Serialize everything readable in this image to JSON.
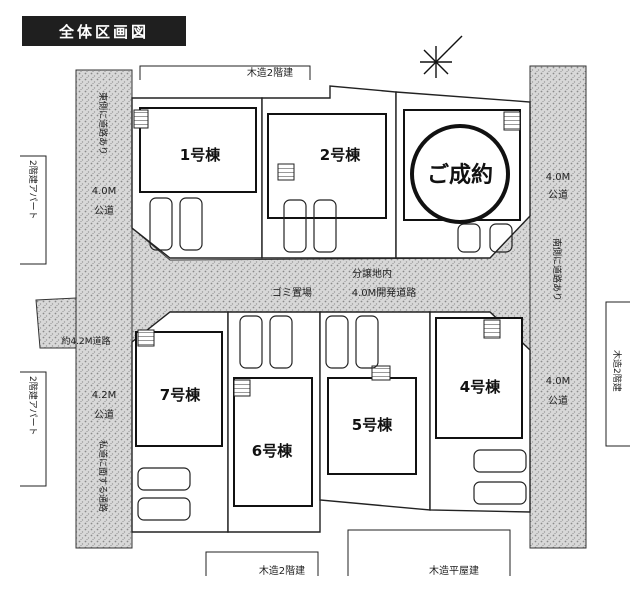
{
  "title": "全体区画図",
  "houses": {
    "h1": "1号棟",
    "h2": "2号棟",
    "h4": "4号棟",
    "h5": "5号棟",
    "h6": "6号棟",
    "h7": "7号棟"
  },
  "sold": "ご成約",
  "roads": {
    "main": "分譲地内",
    "main2": "4.0M開発道路",
    "garbage": "ゴミ置場",
    "left_upper_w": "4.0M",
    "left_upper_t": "公道",
    "left_lower_w": "4.2M",
    "left_lower_t": "公道",
    "right_upper_w": "4.0M",
    "right_upper_t": "公道",
    "right_lower_w": "4.0M",
    "right_lower_t": "公道",
    "left_upper_vert": "東側に道路あり",
    "left_lower_vert": "私道に面する通路",
    "right_vert": "南側に道路あり",
    "junction": "約4.2M道路"
  },
  "neighbors": {
    "top": "木造2階建",
    "bottom_left": "木造2階建",
    "bottom_right": "木造平屋建",
    "left_upper": "2階建アパート",
    "left_lower": "2階建アパート",
    "right": "木造2階建"
  }
}
